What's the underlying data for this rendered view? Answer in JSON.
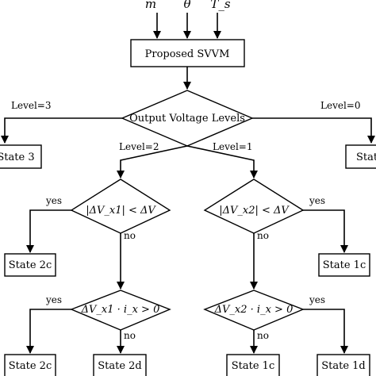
{
  "inputs": {
    "m": "m",
    "theta": "θ",
    "ts": "T_s"
  },
  "process": {
    "label": "Proposed SVVM"
  },
  "decision_main": {
    "label": "Output Voltage Levels"
  },
  "branch_labels": {
    "level3": "Level=3",
    "level0": "Level=0",
    "level2": "Level=2",
    "level1": "Level=1"
  },
  "states": {
    "state3": "State 3",
    "state0": "State",
    "state2c_top": "State 2c",
    "state1c_top": "State 1c",
    "state2c_bottom": "State 2c",
    "state2d": "State 2d",
    "state1c_bottom": "State 1c",
    "state1d": "State 1d"
  },
  "decisions": {
    "dv_x1": "|ΔV_x1| < ΔV",
    "dv_x2": "|ΔV_x2| < ΔV",
    "prod_x1": "ΔV_x1 · i_x > 0",
    "prod_x2": "ΔV_x2 · i_x > 0"
  },
  "answers": {
    "yes": "yes",
    "no": "no"
  }
}
